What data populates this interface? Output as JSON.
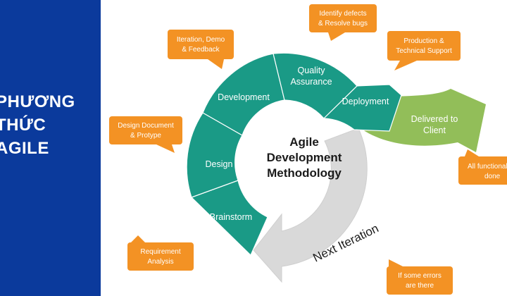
{
  "side_title": [
    "PHƯƠNG",
    "THỨC",
    "AGILE"
  ],
  "center": [
    "Agile",
    "Development",
    "Methodology"
  ],
  "segments": {
    "brainstorm": "Brainstorm",
    "design": "Design",
    "development": "Development",
    "quality": [
      "Quality",
      "Assurance"
    ],
    "deployment": "Deployment"
  },
  "delivered": [
    "Delivered to",
    "Client"
  ],
  "next_iteration": "Next Iteration",
  "callouts": {
    "iteration": [
      "Iteration, Demo",
      "& Feedback"
    ],
    "identify": [
      "Identify defects",
      "& Resolve bugs"
    ],
    "production": [
      "Production &",
      "Technical Support"
    ],
    "design_doc": [
      "Design Document",
      "& Protype"
    ],
    "requirement": [
      "Requirement",
      "Analysis"
    ],
    "all_functional": [
      "All functional",
      "done"
    ],
    "errors": [
      "If some errors",
      "are there"
    ]
  },
  "colors": {
    "sidebar": "#0b3a9c",
    "teal": "#1a9a86",
    "green": "#92be59",
    "orange": "#f39224",
    "gray": "#d9d9d9"
  }
}
